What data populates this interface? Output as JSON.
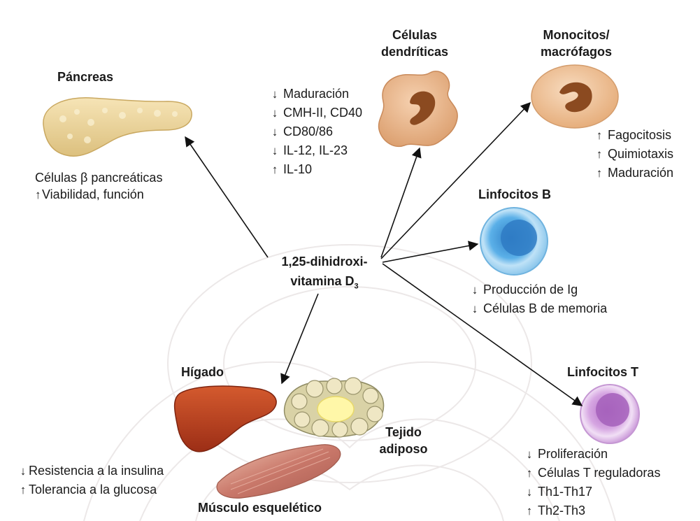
{
  "center": {
    "line1": "1,25-dihidroxi-",
    "line2": "vitamina D",
    "subscript": "3"
  },
  "pancreas": {
    "title": "Páncreas",
    "lines": [
      {
        "arrow": "",
        "text": "Células β pancreáticas"
      },
      {
        "arrow": "↑",
        "text": "Viabilidad, función"
      }
    ]
  },
  "dendritic": {
    "title_line1": "Células",
    "title_line2": "dendríticas",
    "lines": [
      {
        "arrow": "↓",
        "text": "Maduración"
      },
      {
        "arrow": "↓",
        "text": "CMH-II, CD40"
      },
      {
        "arrow": "↓",
        "text": "CD80/86"
      },
      {
        "arrow": "↓",
        "text": "IL-12, IL-23"
      },
      {
        "arrow": "↑",
        "text": "IL-10"
      }
    ]
  },
  "monocytes": {
    "title_line1": "Monocitos/",
    "title_line2": "macrófagos",
    "lines": [
      {
        "arrow": "↑",
        "text": "Fagocitosis"
      },
      {
        "arrow": "↑",
        "text": "Quimiotaxis"
      },
      {
        "arrow": "↑",
        "text": "Maduración"
      }
    ]
  },
  "bcells": {
    "title": "Linfocitos B",
    "lines": [
      {
        "arrow": "↓",
        "text": "Producción de Ig"
      },
      {
        "arrow": "↓",
        "text": "Células B de memoria"
      }
    ]
  },
  "tcells": {
    "title": "Linfocitos T",
    "lines": [
      {
        "arrow": "↓",
        "text": "Proliferación"
      },
      {
        "arrow": "↑",
        "text": "Células T reguladoras"
      },
      {
        "arrow": "↓",
        "text": "Th1-Th17"
      },
      {
        "arrow": "↑",
        "text": "Th2-Th3"
      }
    ]
  },
  "liver": {
    "title": "Hígado"
  },
  "adipose": {
    "title_line1": "Tejido",
    "title_line2": "adiposo"
  },
  "muscle": {
    "title": "Músculo esquelético"
  },
  "metabolic": {
    "lines": [
      {
        "arrow": "↓",
        "text": "Resistencia a la insulina"
      },
      {
        "arrow": "↑",
        "text": "Tolerancia a la glucosa"
      }
    ]
  }
}
